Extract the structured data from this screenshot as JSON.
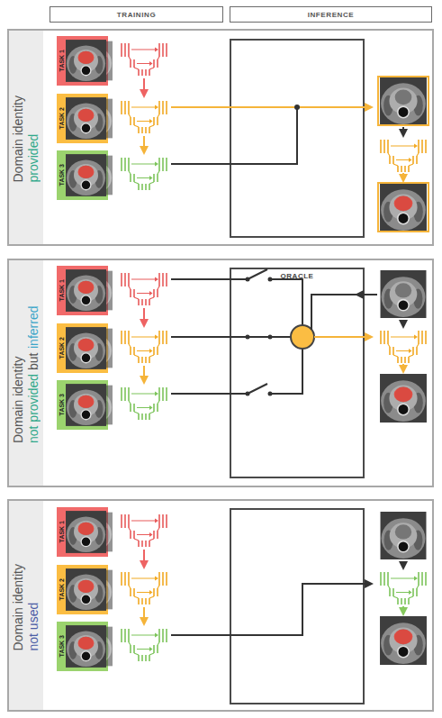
{
  "diagram": {
    "nodes": [
      {
        "text": [
          "TRAINING"
        ]
      },
      {
        "text": [
          "INFERENCE"
        ]
      },
      {
        "text": [
          "Domain identity",
          "provided"
        ]
      },
      {
        "text": [
          "TASK 1"
        ],
        "in": 2
      },
      {
        "text": [
          "TASK 2"
        ],
        "in": 2
      },
      {
        "text": [
          "TASK 3"
        ],
        "in": 2
      },
      {
        "text": [
          "Domain identity",
          "not provided",
          "but",
          "inferred"
        ]
      },
      {
        "text": [
          "TASK 1"
        ],
        "in": 6
      },
      {
        "text": [
          "TASK 2"
        ],
        "in": 6
      },
      {
        "text": [
          "TASK 3"
        ],
        "in": 6
      },
      {
        "text": [
          "ORACLE"
        ],
        "in": 6
      },
      {
        "text": [
          "Domain identity",
          "not used"
        ]
      },
      {
        "text": [
          "TASK 1"
        ],
        "in": 11
      },
      {
        "text": [
          "TASK 2"
        ],
        "in": 11
      },
      {
        "text": [
          "TASK 3"
        ],
        "in": 11
      }
    ]
  }
}
